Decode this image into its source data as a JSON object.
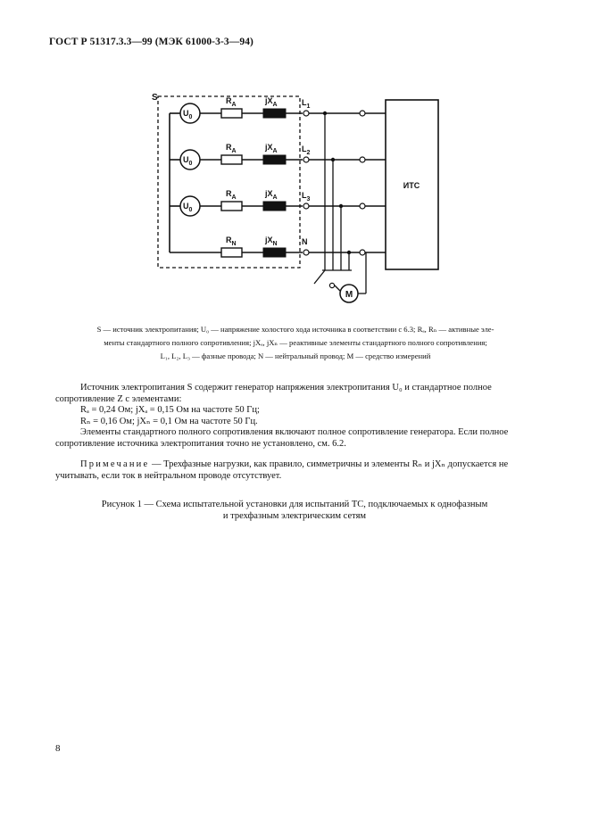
{
  "header": {
    "title": "ГОСТ Р 51317.3.3—99 (МЭК 61000-3-3—94)"
  },
  "diagram": {
    "source_label": "S",
    "phases": [
      {
        "source": "U₀",
        "r": "R",
        "r_sub": "A",
        "x": "jX",
        "x_sub": "A",
        "line": "L",
        "line_sub": "1"
      },
      {
        "source": "U₀",
        "r": "R",
        "r_sub": "A",
        "x": "jX",
        "x_sub": "A",
        "line": "L",
        "line_sub": "2"
      },
      {
        "source": "U₀",
        "r": "R",
        "r_sub": "A",
        "x": "jX",
        "x_sub": "A",
        "line": "L",
        "line_sub": "3"
      },
      {
        "source": "",
        "r": "R",
        "r_sub": "N",
        "x": "jX",
        "x_sub": "N",
        "line": "N",
        "line_sub": ""
      }
    ],
    "eut_label": "ИТС",
    "meter_label": "M"
  },
  "legend": {
    "line1": "S — источник электропитания; U₀ — напряжение холостого хода источника в соответствии с 6.3; Rₐ, Rₙ — активные эле-",
    "line2": "менты стандартного полного сопротивления; jXₐ, jXₙ — реактивные элементы стандартного полного сопротивления;",
    "line3": "L₁, L₂, L₃ — фазные провода; N — нейтральный провод; M — средство измерений"
  },
  "body": {
    "p1": "Источник электропитания S содержит генератор напряжения электропитания U₀ и стандартное полное сопротивление Z с элементами:",
    "p2": "Rₐ = 0,24 Ом; jXₐ = 0,15 Ом на частоте 50 Гц;",
    "p3": "Rₙ = 0,16 Ом; jXₙ = 0,1 Ом на частоте 50 Гц.",
    "p4": "Элементы стандартного полного сопротивления включают полное сопротивление генератора. Если полное сопротивление источника электропитания точно не установлено, см. 6.2.",
    "note_label": "Примечание",
    "note_text": " — Трехфазные нагрузки, как правило, симметричны и элементы Rₙ и jXₙ допускается не учитывать, если ток в нейтральном проводе отсутствует."
  },
  "caption": {
    "line1": "Рисунок 1 — Схема испытательной установки для испытаний ТС, подключаемых к однофазным",
    "line2": "и трехфазным электрическим сетям"
  },
  "page_number": "8"
}
